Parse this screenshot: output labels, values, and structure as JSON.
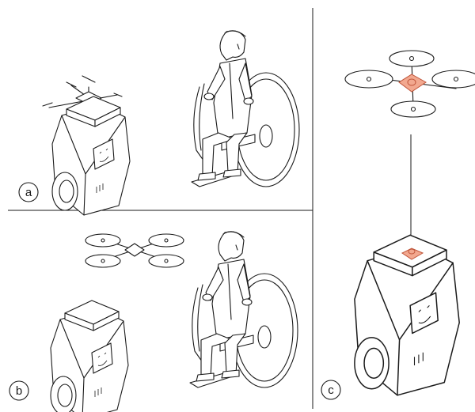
{
  "figure": {
    "panels": [
      {
        "label": "a"
      },
      {
        "label": "b"
      },
      {
        "label": "c"
      }
    ],
    "colors": {
      "line": "#1a1a1a",
      "background": "#ffffff",
      "highlight_fill": "#f2a88f",
      "highlight_stroke": "#c0553a"
    },
    "icons": [
      "robot-icon",
      "drone-icon",
      "wheelchair-user-icon",
      "tether-line"
    ]
  }
}
